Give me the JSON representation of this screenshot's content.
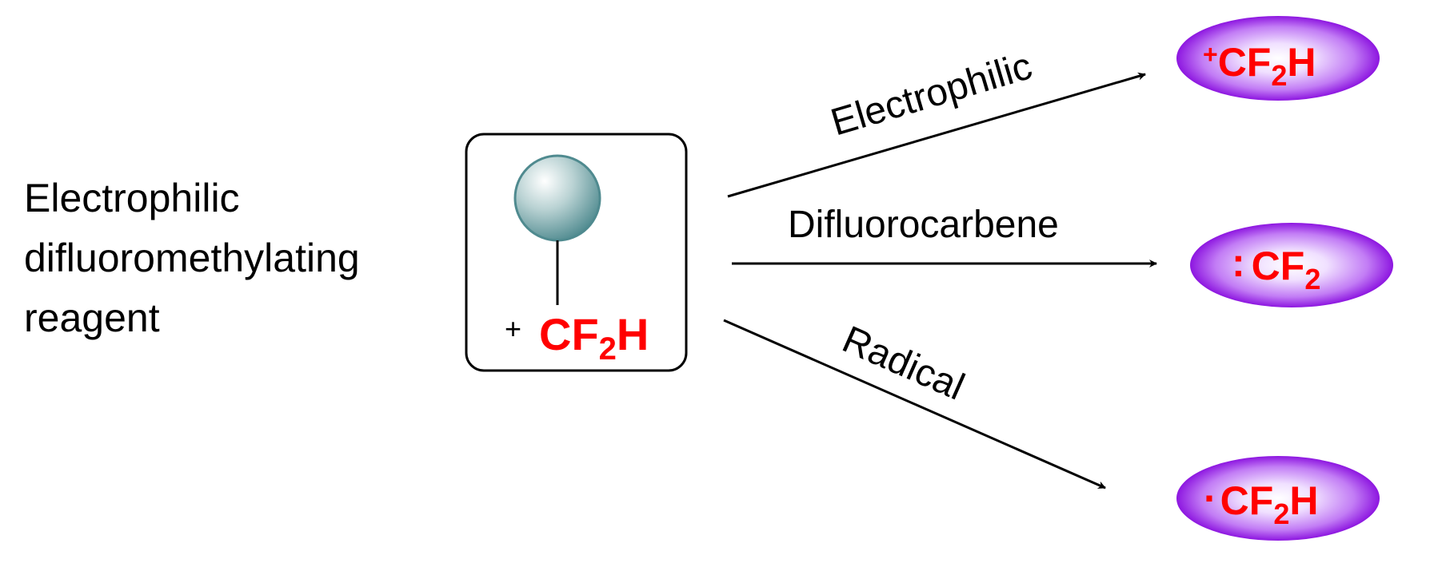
{
  "reagent_description": {
    "line1": "Electrophilic",
    "line2": "difluoromethylating",
    "line3": "reagent"
  },
  "reagent_box": {
    "charge": "+",
    "group_main": "CF",
    "group_sub": "2",
    "group_end": "H"
  },
  "pathways": [
    {
      "label": "Electrophilic",
      "product": {
        "prefix": "+",
        "main": "CF",
        "sub": "2",
        "end": "H"
      }
    },
    {
      "label": "Difluorocarbene",
      "product": {
        "prefix": ":",
        "main": "CF",
        "sub": "2",
        "end": ""
      }
    },
    {
      "label": "Radical",
      "product": {
        "prefix": "·",
        "main": "CF",
        "sub": "2",
        "end": "H"
      }
    }
  ],
  "colors": {
    "highlight_red": "#ff0000",
    "ellipse_purple": "#9b1fe8",
    "ellipse_light": "#f3e6ff",
    "sphere_teal": "#4f8a8f",
    "line_black": "#000000"
  }
}
